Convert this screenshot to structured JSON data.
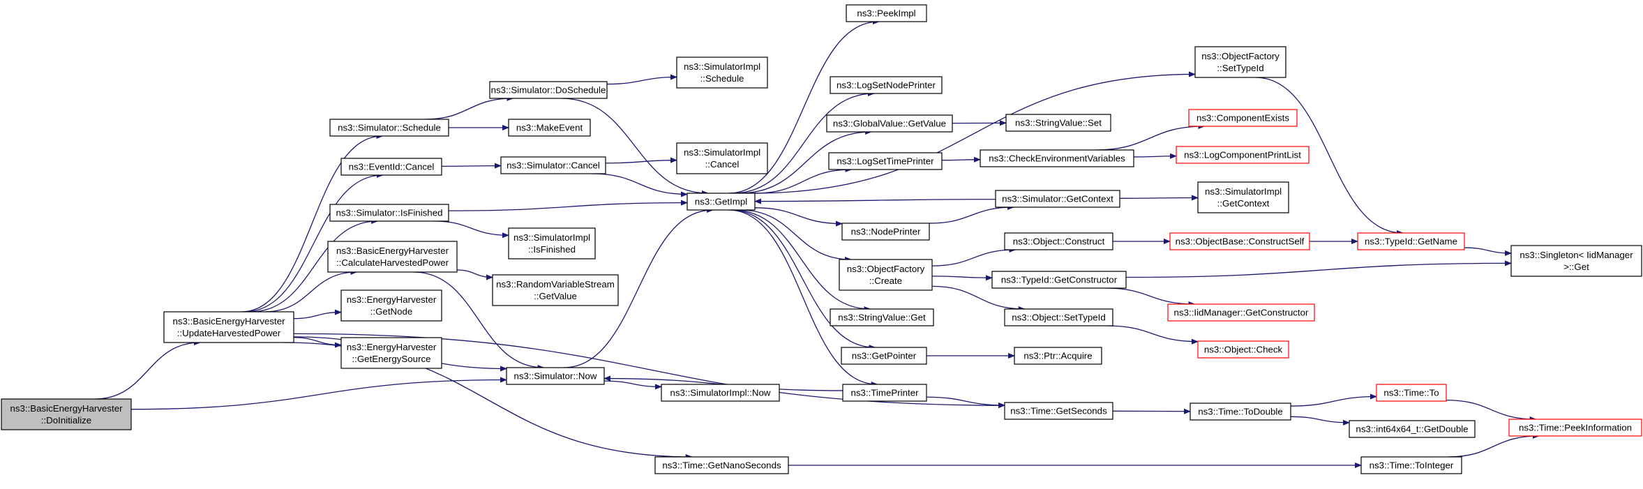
{
  "graph": {
    "colors": {
      "edge": "#191970",
      "node_border": "#000000",
      "truncated_border": "#ff0000",
      "root_fill": "#bfbfbf"
    },
    "nodes": [
      {
        "id": "root",
        "lines": [
          "ns3::BasicEnergyHarvester",
          "::DoInitialize"
        ],
        "style": "root"
      },
      {
        "id": "update",
        "lines": [
          "ns3::BasicEnergyHarvester",
          "::UpdateHarvestedPower"
        ]
      },
      {
        "id": "sim_schedule",
        "lines": [
          "ns3::Simulator::Schedule"
        ]
      },
      {
        "id": "eventid_cancel",
        "lines": [
          "ns3::EventId::Cancel"
        ]
      },
      {
        "id": "sim_isfinished",
        "lines": [
          "ns3::Simulator::IsFinished"
        ]
      },
      {
        "id": "calc_power",
        "lines": [
          "ns3::BasicEnergyHarvester",
          "::CalculateHarvestedPower"
        ]
      },
      {
        "id": "eh_getnode",
        "lines": [
          "ns3::EnergyHarvester",
          "::GetNode"
        ]
      },
      {
        "id": "eh_getsource",
        "lines": [
          "ns3::EnergyHarvester",
          "::GetEnergySource"
        ]
      },
      {
        "id": "sim_doschedule",
        "lines": [
          "ns3::Simulator::DoSchedule"
        ]
      },
      {
        "id": "make_event",
        "lines": [
          "ns3::MakeEvent"
        ]
      },
      {
        "id": "sim_cancel",
        "lines": [
          "ns3::Simulator::Cancel"
        ]
      },
      {
        "id": "simimpl_isfinished",
        "lines": [
          "ns3::SimulatorImpl",
          "::IsFinished"
        ]
      },
      {
        "id": "rvs_getvalue",
        "lines": [
          "ns3::RandomVariableStream",
          "::GetValue"
        ]
      },
      {
        "id": "sim_now",
        "lines": [
          "ns3::Simulator::Now"
        ]
      },
      {
        "id": "time_getnanoseconds",
        "lines": [
          "ns3::Time::GetNanoSeconds"
        ]
      },
      {
        "id": "simimpl_schedule",
        "lines": [
          "ns3::SimulatorImpl",
          "::Schedule"
        ]
      },
      {
        "id": "simimpl_cancel",
        "lines": [
          "ns3::SimulatorImpl",
          "::Cancel"
        ]
      },
      {
        "id": "simimpl_now",
        "lines": [
          "ns3::SimulatorImpl::Now"
        ]
      },
      {
        "id": "getimpl",
        "lines": [
          "ns3::GetImpl"
        ]
      },
      {
        "id": "peekimpl",
        "lines": [
          "ns3::PeekImpl"
        ]
      },
      {
        "id": "logsetnodeprinter",
        "lines": [
          "ns3::LogSetNodePrinter"
        ]
      },
      {
        "id": "gv_getvalue",
        "lines": [
          "ns3::GlobalValue::GetValue"
        ]
      },
      {
        "id": "logsettimeprinter",
        "lines": [
          "ns3::LogSetTimePrinter"
        ]
      },
      {
        "id": "nodeprinter",
        "lines": [
          "ns3::NodePrinter"
        ]
      },
      {
        "id": "of_create",
        "lines": [
          "ns3::ObjectFactory",
          "::Create"
        ]
      },
      {
        "id": "sv_get",
        "lines": [
          "ns3::StringValue::Get"
        ]
      },
      {
        "id": "getpointer",
        "lines": [
          "ns3::GetPointer"
        ]
      },
      {
        "id": "timeprinter",
        "lines": [
          "ns3::TimePrinter"
        ]
      },
      {
        "id": "sv_set",
        "lines": [
          "ns3::StringValue::Set"
        ]
      },
      {
        "id": "check_env",
        "lines": [
          "ns3::CheckEnvironmentVariables"
        ]
      },
      {
        "id": "sim_getcontext",
        "lines": [
          "ns3::Simulator::GetContext"
        ]
      },
      {
        "id": "obj_construct",
        "lines": [
          "ns3::Object::Construct"
        ]
      },
      {
        "id": "typeid_getctor",
        "lines": [
          "ns3::TypeId::GetConstructor"
        ]
      },
      {
        "id": "obj_settypeid",
        "lines": [
          "ns3::Object::SetTypeId"
        ]
      },
      {
        "id": "ptr_acquire",
        "lines": [
          "ns3::Ptr::Acquire"
        ]
      },
      {
        "id": "time_getseconds",
        "lines": [
          "ns3::Time::GetSeconds"
        ]
      },
      {
        "id": "of_settypeid",
        "lines": [
          "ns3::ObjectFactory",
          "::SetTypeId"
        ]
      },
      {
        "id": "component_exists",
        "lines": [
          "ns3::ComponentExists"
        ],
        "style": "trunc"
      },
      {
        "id": "logcomp_printlist",
        "lines": [
          "ns3::LogComponentPrintList"
        ],
        "style": "trunc"
      },
      {
        "id": "simimpl_getcontext",
        "lines": [
          "ns3::SimulatorImpl",
          "::GetContext"
        ]
      },
      {
        "id": "objbase_constructself",
        "lines": [
          "ns3::ObjectBase::ConstructSelf"
        ],
        "style": "trunc"
      },
      {
        "id": "iidmgr_getctor",
        "lines": [
          "ns3::IidManager::GetConstructor"
        ],
        "style": "trunc"
      },
      {
        "id": "object_check",
        "lines": [
          "ns3::Object::Check"
        ],
        "style": "trunc"
      },
      {
        "id": "time_todouble",
        "lines": [
          "ns3::Time::ToDouble"
        ]
      },
      {
        "id": "time_tointeger",
        "lines": [
          "ns3::Time::ToInteger"
        ]
      },
      {
        "id": "typeid_getname",
        "lines": [
          "ns3::TypeId::GetName"
        ],
        "style": "trunc"
      },
      {
        "id": "time_to",
        "lines": [
          "ns3::Time::To"
        ],
        "style": "trunc"
      },
      {
        "id": "int64x64_getdouble",
        "lines": [
          "ns3::int64x64_t::GetDouble"
        ]
      },
      {
        "id": "singleton_get",
        "lines": [
          "ns3::Singleton< IidManager",
          ">::Get"
        ]
      },
      {
        "id": "time_peekinfo",
        "lines": [
          "ns3::Time::PeekInformation"
        ],
        "style": "trunc"
      }
    ],
    "edges": [
      [
        "root",
        "update"
      ],
      [
        "root",
        "sim_now"
      ],
      [
        "update",
        "sim_schedule"
      ],
      [
        "update",
        "eventid_cancel"
      ],
      [
        "update",
        "sim_isfinished"
      ],
      [
        "update",
        "calc_power"
      ],
      [
        "update",
        "eh_getnode"
      ],
      [
        "update",
        "eh_getsource"
      ],
      [
        "update",
        "sim_now"
      ],
      [
        "update",
        "time_getseconds"
      ],
      [
        "update",
        "time_getnanoseconds"
      ],
      [
        "sim_schedule",
        "sim_doschedule"
      ],
      [
        "sim_schedule",
        "make_event"
      ],
      [
        "sim_doschedule",
        "simimpl_schedule"
      ],
      [
        "sim_doschedule",
        "getimpl"
      ],
      [
        "eventid_cancel",
        "sim_cancel"
      ],
      [
        "sim_cancel",
        "simimpl_cancel"
      ],
      [
        "sim_cancel",
        "getimpl"
      ],
      [
        "sim_isfinished",
        "getimpl"
      ],
      [
        "sim_isfinished",
        "simimpl_isfinished"
      ],
      [
        "calc_power",
        "rvs_getvalue"
      ],
      [
        "calc_power",
        "sim_now"
      ],
      [
        "sim_now",
        "getimpl"
      ],
      [
        "sim_now",
        "simimpl_now"
      ],
      [
        "time_getnanoseconds",
        "time_tointeger"
      ],
      [
        "getimpl",
        "peekimpl"
      ],
      [
        "getimpl",
        "logsetnodeprinter"
      ],
      [
        "getimpl",
        "gv_getvalue"
      ],
      [
        "getimpl",
        "logsettimeprinter"
      ],
      [
        "getimpl",
        "nodeprinter"
      ],
      [
        "getimpl",
        "of_create"
      ],
      [
        "getimpl",
        "sv_get"
      ],
      [
        "getimpl",
        "getpointer"
      ],
      [
        "getimpl",
        "timeprinter"
      ],
      [
        "getimpl",
        "of_settypeid"
      ],
      [
        "sim_getcontext",
        "getimpl"
      ],
      [
        "gv_getvalue",
        "sv_set"
      ],
      [
        "logsettimeprinter",
        "check_env"
      ],
      [
        "check_env",
        "component_exists"
      ],
      [
        "check_env",
        "logcomp_printlist"
      ],
      [
        "nodeprinter",
        "sim_getcontext"
      ],
      [
        "sim_getcontext",
        "simimpl_getcontext"
      ],
      [
        "of_create",
        "obj_construct"
      ],
      [
        "of_create",
        "typeid_getctor"
      ],
      [
        "of_create",
        "obj_settypeid"
      ],
      [
        "obj_construct",
        "objbase_constructself"
      ],
      [
        "objbase_constructself",
        "typeid_getname"
      ],
      [
        "typeid_getctor",
        "singleton_get"
      ],
      [
        "typeid_getctor",
        "iidmgr_getctor"
      ],
      [
        "obj_settypeid",
        "object_check"
      ],
      [
        "getpointer",
        "ptr_acquire"
      ],
      [
        "timeprinter",
        "sim_now"
      ],
      [
        "timeprinter",
        "time_getseconds"
      ],
      [
        "time_getseconds",
        "time_todouble"
      ],
      [
        "time_todouble",
        "time_to"
      ],
      [
        "time_todouble",
        "int64x64_getdouble"
      ],
      [
        "time_to",
        "time_peekinfo"
      ],
      [
        "time_tointeger",
        "time_peekinfo"
      ],
      [
        "of_settypeid",
        "typeid_getname"
      ],
      [
        "typeid_getname",
        "singleton_get"
      ]
    ]
  }
}
